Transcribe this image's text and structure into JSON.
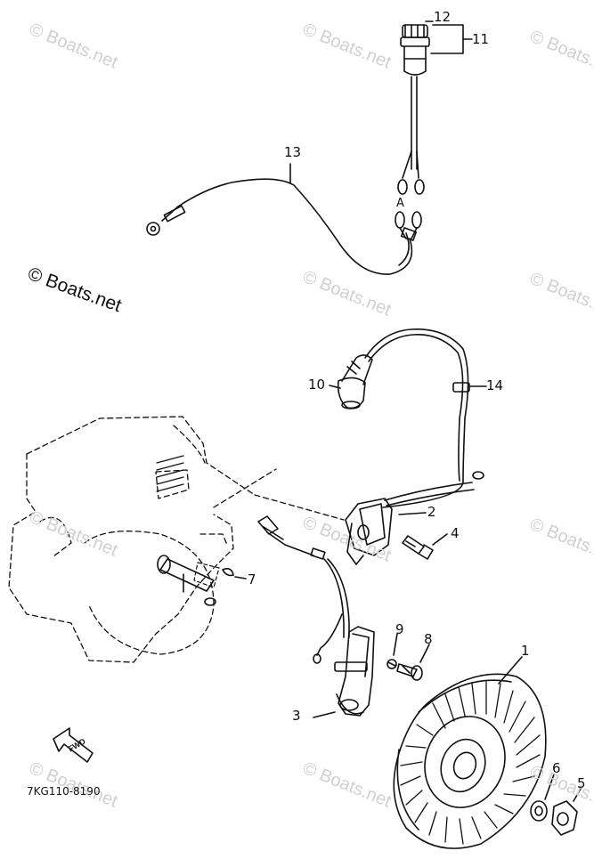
{
  "watermark": {
    "text": "© Boats.net"
  },
  "diagram_code": "7KG110-8190",
  "direction_label": "FWD",
  "callouts": {
    "c1": "1",
    "c2": "2",
    "c3": "3",
    "c4": "4",
    "c5": "5",
    "c6": "6",
    "c7": "7",
    "c8": "8",
    "c9": "9",
    "c10": "10",
    "c11": "11",
    "c12": "12",
    "c13": "13",
    "c14": "14"
  }
}
